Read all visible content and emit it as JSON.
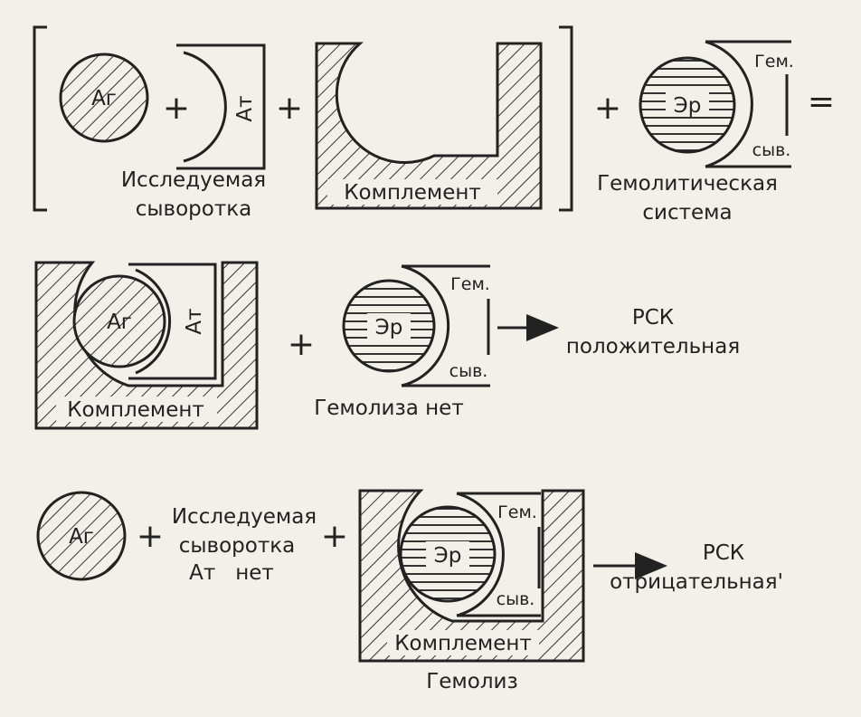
{
  "row1": {
    "antigen": "Аг",
    "antibody": "Ат",
    "complement": "Комплемент",
    "erythrocyte": "Эр",
    "hem_label": "Гем.",
    "serum_label": "сыв.",
    "test_serum_line1": "Исследуемая",
    "test_serum_line2": "сыворотка",
    "hemolytic_line1": "Гемолитическая",
    "hemolytic_line2": "система",
    "plus": "+",
    "equals": "="
  },
  "row2": {
    "antigen": "Аг",
    "antibody": "Ат",
    "complement": "Комплемент",
    "erythrocyte": "Эр",
    "hem_label": "Гем.",
    "serum_label": "сыв.",
    "no_hemolysis": "Гемолиза нет",
    "result_line1": "РСК",
    "result_line2": "положительная",
    "plus": "+"
  },
  "row3": {
    "antigen": "Аг",
    "test_serum_line1": "Исследуемая",
    "test_serum_line2": "сыворотка",
    "test_serum_line3": "Ат   нет",
    "erythrocyte": "Эр",
    "hem_label": "Гем.",
    "serum_label": "сыв.",
    "complement": "Комплемент",
    "hemolysis": "Гемолиз",
    "result_line1": "РСК",
    "result_line2": "отрицательная'",
    "plus": "+"
  }
}
